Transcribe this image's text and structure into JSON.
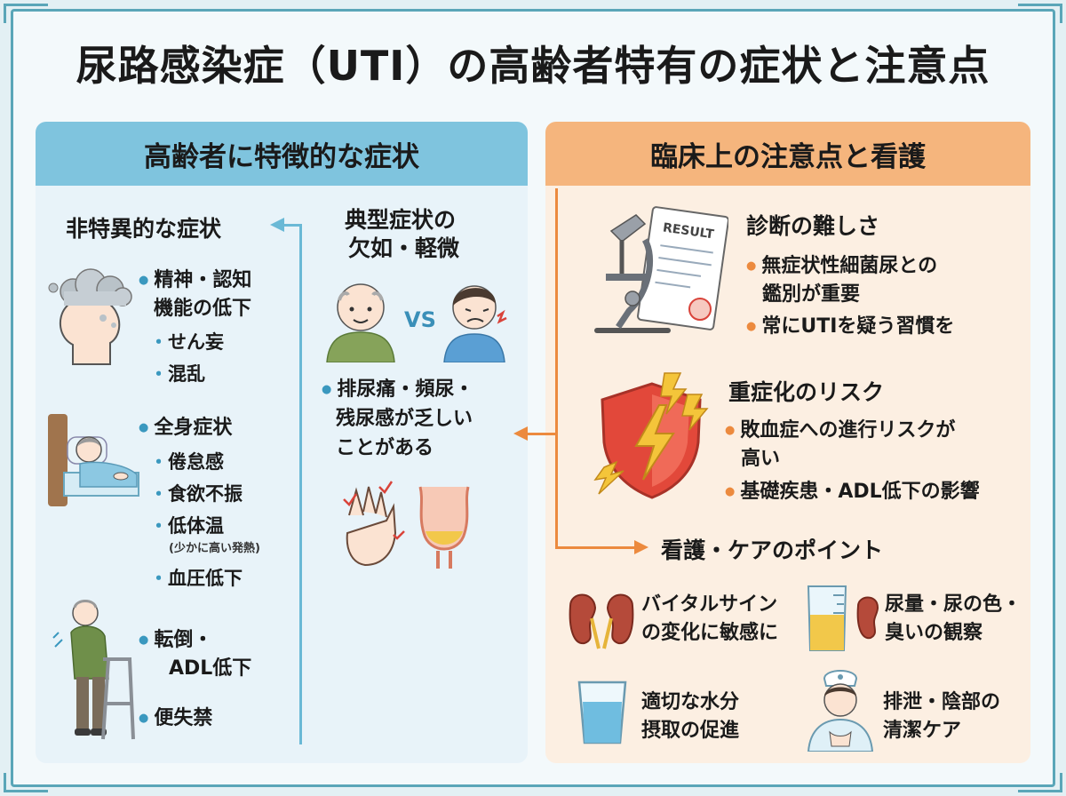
{
  "title": "尿路感染症（UTI）の高齢者特有の症状と注意点",
  "left": {
    "header": "高齢者に特徴的な症状",
    "nonspecific_heading": "非特異的な症状",
    "mental": {
      "label_1": "精神・認知",
      "label_2": "機能の低下",
      "items": [
        "せん妄",
        "混乱"
      ]
    },
    "systemic": {
      "label": "全身症状",
      "items": [
        "倦怠感",
        "食欲不振",
        "低体温"
      ],
      "note": "(少かに高い発熱)",
      "item_last": "血圧低下"
    },
    "fall": {
      "label_1": "転倒・",
      "label_2": "ADL低下"
    },
    "incontinence": "便失禁",
    "typical": {
      "heading_1": "典型症状の",
      "heading_2": "欠如・軽微",
      "vs": "VS",
      "lines": [
        "排尿痛・頻尿・",
        "残尿感が乏しい",
        "ことがある"
      ]
    }
  },
  "right": {
    "header": "臨床上の注意点と看護",
    "diagnosis": {
      "heading": "診断の難しさ",
      "result_label": "RESULT",
      "items": [
        "無症状性細菌尿との",
        "鑑別が重要",
        "常にUTIを疑う習慣を"
      ]
    },
    "severity": {
      "heading": "重症化のリスク",
      "items": [
        "敗血症への進行リスクが",
        "高い",
        "基礎疾患・ADL低下の影響"
      ]
    },
    "care": {
      "heading": "看護・ケアのポイント",
      "vital": [
        "バイタルサイン",
        "の変化に敏感に"
      ],
      "urine": [
        "尿量・尿の色・",
        "臭いの観察"
      ],
      "water": [
        "適切な水分",
        "摂取の促進"
      ],
      "hygiene": [
        "排泄・陰部の",
        "清潔ケア"
      ]
    }
  },
  "colors": {
    "blue_header": "#7fc4de",
    "orange_header": "#f5b57d",
    "blue_accent": "#3a98bf",
    "orange_accent": "#ec8a3e",
    "frame": "#5aa6b8"
  }
}
